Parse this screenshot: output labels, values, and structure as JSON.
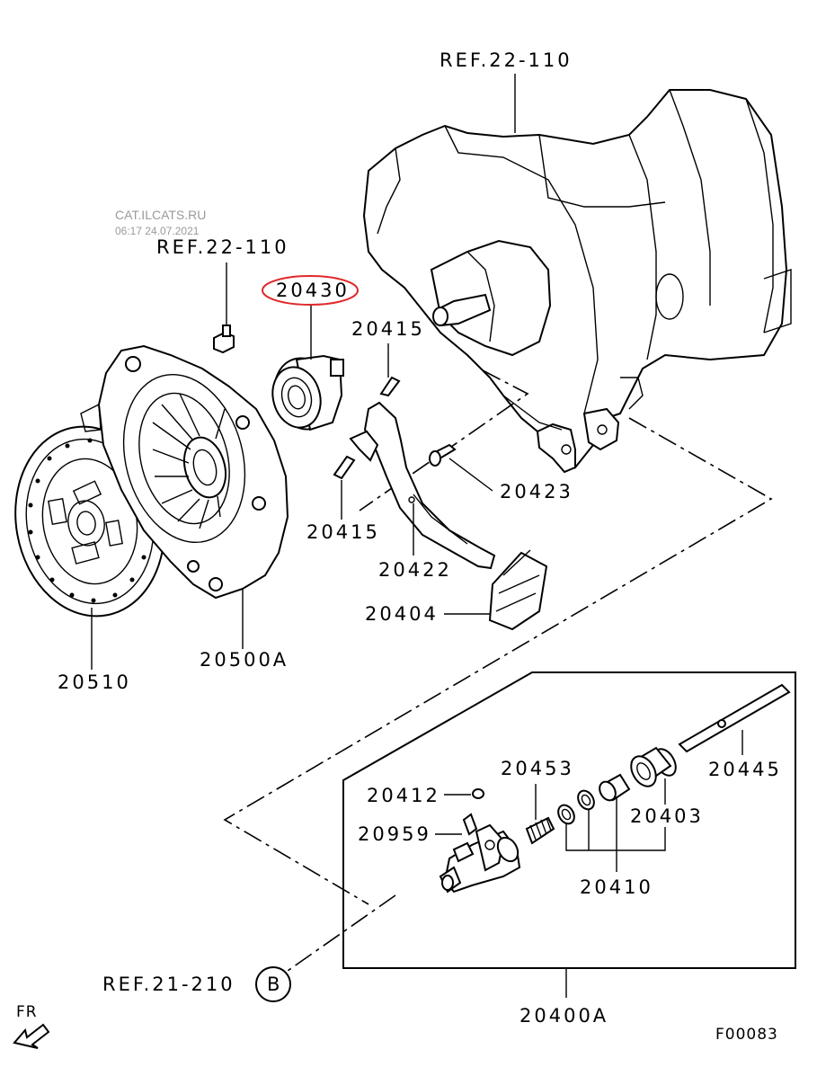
{
  "watermark": {
    "site": "CAT.ILCATS.RU",
    "timestamp": "06:17 24.07.2021"
  },
  "labels": {
    "ref_transmission_top": "REF.22-110",
    "ref_transmission_left": "REF.22-110",
    "ref_b": "REF.21-210",
    "circle_b": "B",
    "p20430": "20430",
    "p20415_top": "20415",
    "p20415_bottom": "20415",
    "p20423": "20423",
    "p20422": "20422",
    "p20404": "20404",
    "p20500A": "20500A",
    "p20510": "20510",
    "p20445": "20445",
    "p20453": "20453",
    "p20412": "20412",
    "p20403": "20403",
    "p20959": "20959",
    "p20410": "20410",
    "p20400A": "20400A",
    "fr": "FR",
    "figure_code": "F00083"
  },
  "highlight": {
    "part": "20430",
    "color": "#e0282a"
  }
}
